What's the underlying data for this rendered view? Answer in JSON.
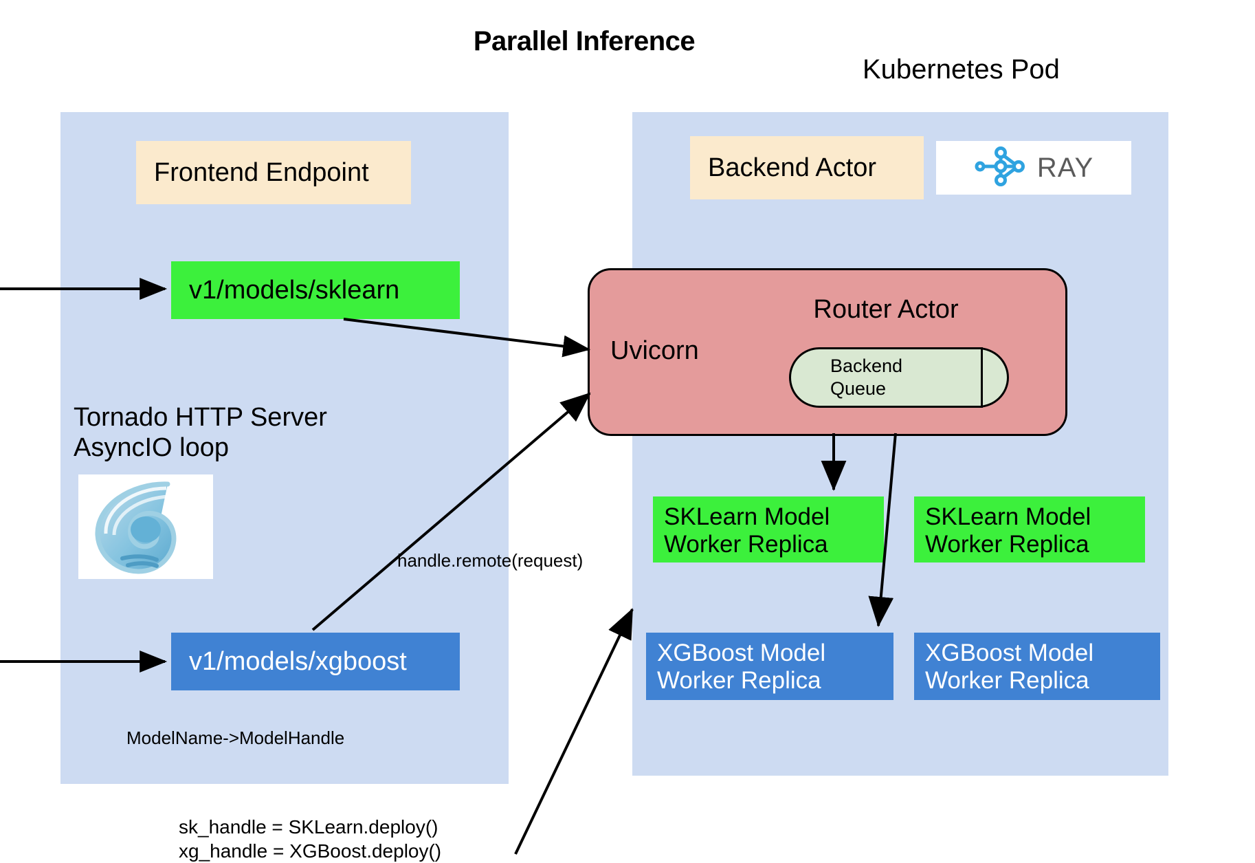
{
  "title": "Parallel Inference",
  "pod": {
    "title": "Kubernetes Pod"
  },
  "frontend": {
    "header_label": "Frontend Endpoint",
    "endpoints": [
      {
        "path": "v1/models/sklearn"
      },
      {
        "path": "v1/models/xgboost"
      }
    ],
    "server_note_line1": "Tornado HTTP Server",
    "server_note_line2": "AsyncIO loop",
    "logo_name": "tornado-logo",
    "mapping_label": "ModelName->ModelHandle"
  },
  "backend": {
    "header_label": "Backend Actor",
    "ray_wordmark": "RAY",
    "router": {
      "title": "Router Actor",
      "server_label": "Uvicorn",
      "queue_line1": "Backend",
      "queue_line2": "Queue"
    },
    "workers": [
      {
        "line1": "SKLearn Model",
        "line2": "Worker Replica",
        "kind": "sklearn"
      },
      {
        "line1": "SKLearn Model",
        "line2": "Worker Replica",
        "kind": "sklearn"
      },
      {
        "line1": "XGBoost Model",
        "line2": "Worker Replica",
        "kind": "xgboost"
      },
      {
        "line1": "XGBoost Model",
        "line2": "Worker Replica",
        "kind": "xgboost"
      }
    ]
  },
  "annotations": {
    "handle_remote": "handle.remote(request)",
    "deploy_code": "sk_handle = SKLearn.deploy()\nxg_handle = XGBoost.deploy()"
  },
  "colors": {
    "panel": "#cddbf2",
    "tan": "#fbeacd",
    "green": "#3cf03c",
    "blue": "#4082d3",
    "router": "#e49b9b",
    "queue": "#d9e8d2",
    "ray_blue": "#2fa3e0",
    "ray_gray": "#5b5b5b",
    "stroke": "#000000"
  }
}
